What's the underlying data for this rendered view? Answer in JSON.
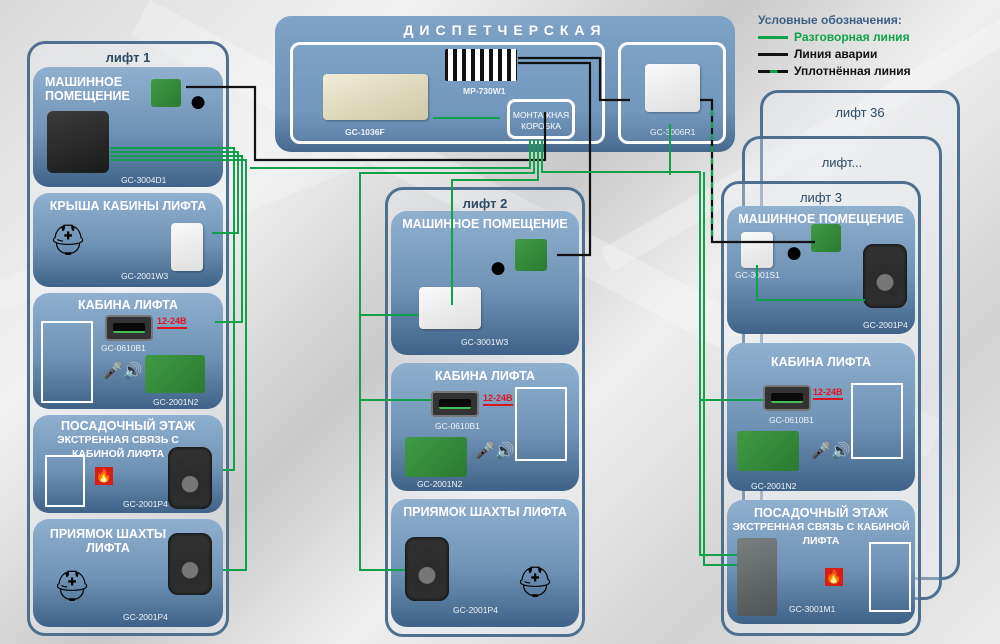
{
  "legend": {
    "title": "Условные обозначения:",
    "items": [
      {
        "label": "Разговорная линия",
        "color": "#12a14b",
        "type": "talk"
      },
      {
        "label": "Линия аварии",
        "color": "#111111",
        "type": "alarm"
      },
      {
        "label": "Уплотнённая линия",
        "color": "#111111",
        "accent": "#12a14b",
        "type": "combined"
      }
    ]
  },
  "dispatch": {
    "title": "ДИСПЕТЧЕРСКАЯ",
    "console_model": "GC-1036F",
    "panel_model": "MP-730W1",
    "junction_box": "МОНТАЖНАЯ КОРОБКА",
    "router_model": "GC-3006R1"
  },
  "lift1": {
    "title": "лифт 1",
    "machine_room": {
      "title": "МАШИННОЕ ПОМЕЩЕНИЕ",
      "model": "GC-3004D1"
    },
    "cabin_roof": {
      "title": "КРЫША КАБИНЫ ЛИФТА",
      "model": "GC-2001W3"
    },
    "cabin": {
      "title": "КАБИНА ЛИФТА",
      "panel_model": "GC-0610B1",
      "voltage": "12-24В",
      "board_model": "GC-2001N2"
    },
    "landing": {
      "title": "ПОСАДОЧНЫЙ ЭТАЖ",
      "subtitle": "ЭКСТРЕННАЯ СВЯЗЬ С КАБИНОЙ ЛИФТА",
      "model": "GC-2001P4"
    },
    "pit": {
      "title": "ПРИЯМОК ШАХТЫ ЛИФТА",
      "model": "GC-2001P4"
    }
  },
  "lift2": {
    "title": "лифт 2",
    "machine_room": {
      "title": "МАШИННОЕ ПОМЕЩЕНИЕ",
      "model": "GC-3001W3"
    },
    "cabin": {
      "title": "КАБИНА ЛИФТА",
      "panel_model": "GC-0610B1",
      "voltage": "12-24В",
      "board_model": "GC-2001N2"
    },
    "pit": {
      "title": "ПРИЯМОК ШАХТЫ ЛИФТА",
      "model": "GC-2001P4"
    }
  },
  "lift3": {
    "title": "лифт 3",
    "machine_room": {
      "title": "МАШИННОЕ ПОМЕЩЕНИЕ",
      "adapter_model": "GC-3001S1",
      "speaker_model": "GC-2001P4"
    },
    "cabin": {
      "title": "КАБИНА ЛИФТА",
      "panel_model": "GC-0610B1",
      "voltage": "12-24В",
      "board_model": "GC-2001N2"
    },
    "landing": {
      "title": "ПОСАДОЧНЫЙ ЭТАЖ",
      "subtitle": "ЭКСТРЕННАЯ СВЯЗЬ С КАБИНОЙ ЛИФТА",
      "model": "GC-3001M1"
    }
  },
  "lift_more": {
    "title": "лифт..."
  },
  "lift36": {
    "title": "лифт 36"
  },
  "icons": {
    "fire": "🔥",
    "mic": "🎤",
    "speaker": "🔊",
    "arrows": "⬆ ⬇"
  }
}
